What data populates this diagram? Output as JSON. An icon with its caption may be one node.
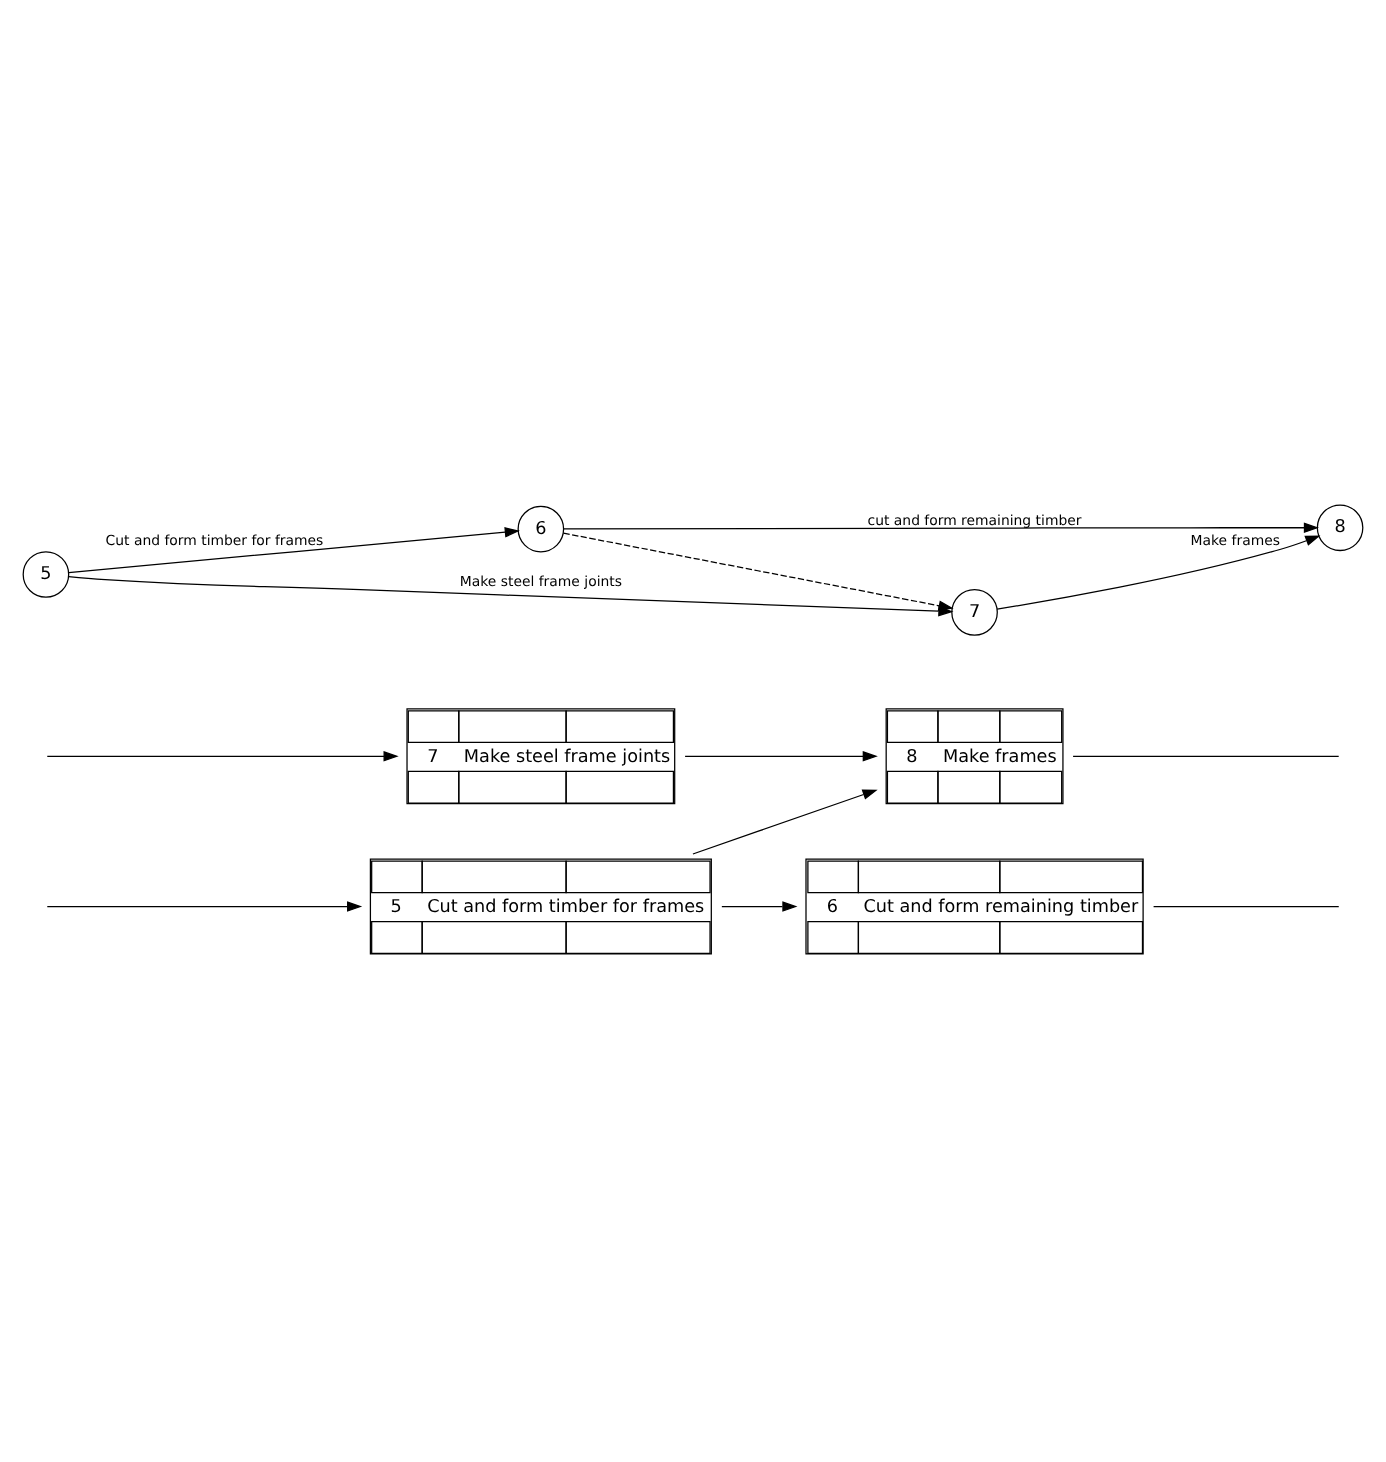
{
  "diagram": {
    "nodes": [
      {
        "text": [
          "5",
          "Cut and form timber for frames"
        ]
      },
      {
        "text": [
          "6",
          "Cut and form remaining timber"
        ]
      },
      {
        "text": [
          "7",
          "Make steel frame joints"
        ]
      },
      {
        "text": [
          "8",
          "Make frames"
        ]
      },
      {
        "text": [
          "5"
        ]
      },
      {
        "text": [
          "6"
        ]
      },
      {
        "text": [
          "7"
        ]
      },
      {
        "text": [
          "8"
        ]
      }
    ],
    "edges": [
      {
        "from": null,
        "to": 0,
        "arrow": "to"
      },
      {
        "from": 0,
        "to": 1,
        "arrow": "to"
      },
      {
        "from": 1,
        "to": null,
        "arrow": "none"
      },
      {
        "from": 0,
        "to": 3,
        "arrow": "to"
      },
      {
        "from": null,
        "to": 2,
        "arrow": "to"
      },
      {
        "from": 2,
        "to": 3,
        "arrow": "to"
      },
      {
        "from": 3,
        "to": null,
        "arrow": "none"
      },
      {
        "from": 4,
        "to": 5,
        "arrow": "to",
        "label": "Cut and form timber for frames"
      },
      {
        "from": 5,
        "to": 7,
        "arrow": "to",
        "label": "cut and form remaining timber"
      },
      {
        "from": 5,
        "to": 6,
        "arrow": "to",
        "style": "dashed"
      },
      {
        "from": 4,
        "to": 6,
        "arrow": "to",
        "label": "Make steel frame joints"
      },
      {
        "from": 6,
        "to": 7,
        "arrow": "to",
        "label": "Make frames"
      }
    ]
  }
}
